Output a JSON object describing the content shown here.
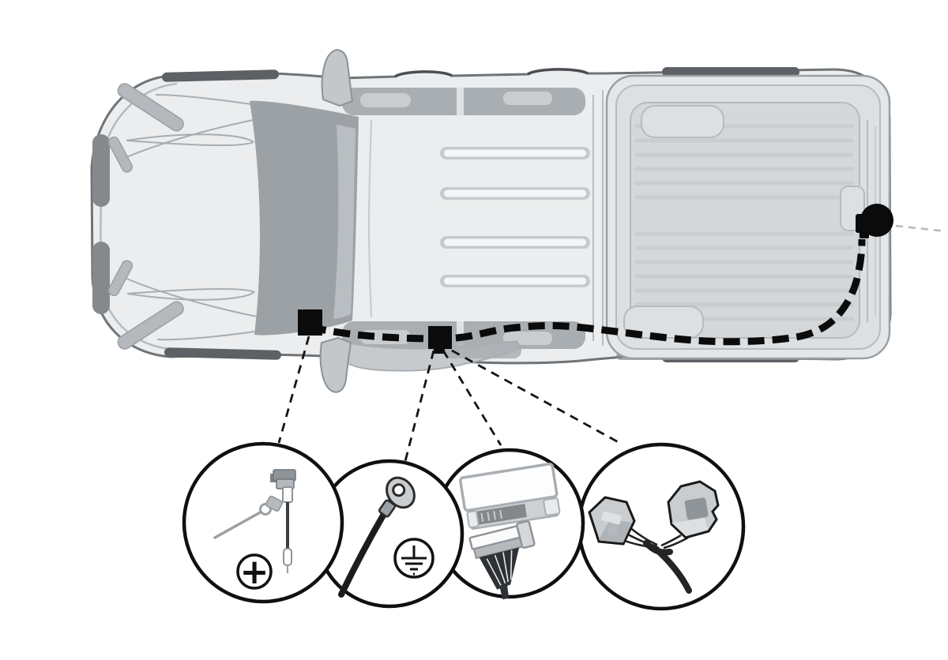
{
  "figure": {
    "kind": "vehicle-trailer-wiring-installation-diagram",
    "background": "#ffffff"
  },
  "vehicle": {
    "view": "top",
    "style": "pickup-truck-double-cab",
    "body_fill": "#ecedee",
    "panel_line": "#a8adb1",
    "glass_fill": "#9ca1a6",
    "trim_dark": "#5d6165",
    "bed_floor_fill": "#d5d8da",
    "bumper_bar": "#85898d"
  },
  "route": {
    "color": "#0b0b0b",
    "style": "thick-dashed",
    "from": "front-cab-connection-point",
    "through": "door-sill-connection-point",
    "to": "rear-trailer-socket"
  },
  "markers": {
    "square_color": "#0b0b0b",
    "points": [
      {
        "name": "front-cab-connection-point"
      },
      {
        "name": "door-sill-connection-point"
      }
    ],
    "rear_socket": {
      "name": "rear-trailer-socket",
      "color": "#0b0b0b"
    },
    "faint_extension_dash": "#b8b8b8"
  },
  "callouts": [
    {
      "name": "positive-supply-callout",
      "badge": "+",
      "parts": [
        "terminal-pin",
        "fused-power-lead"
      ]
    },
    {
      "name": "ground-connection-callout",
      "badge": "earth-symbol",
      "parts": [
        "ground-cable-with-ring-terminal"
      ]
    },
    {
      "name": "control-module-callout",
      "badge": "",
      "parts": [
        "module-box",
        "module-connector-with-wires"
      ]
    },
    {
      "name": "harness-connectors-callout",
      "badge": "",
      "parts": [
        "connector-plug-left",
        "connector-plug-right",
        "harness-cable"
      ]
    }
  ],
  "styles": {
    "circle_stroke": "#101010",
    "circle_fill": "#ffffff",
    "leader_dash_color": "#141414",
    "connector_gray": "#c9cdd0",
    "connector_shadow": "#8f9499"
  }
}
